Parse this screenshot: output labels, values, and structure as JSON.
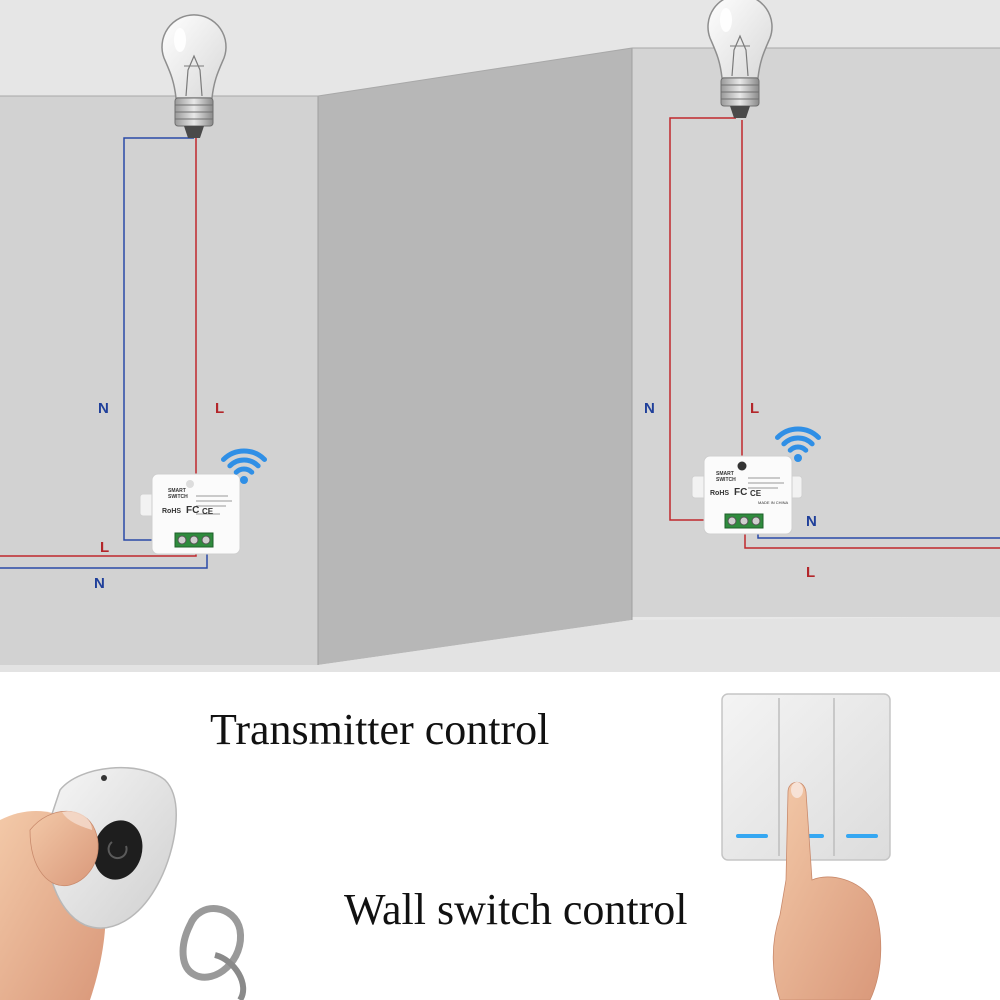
{
  "diagram": {
    "left_scene": {
      "labels": {
        "n_vertical": "N",
        "l_vertical": "L",
        "l_bottom": "L",
        "n_bottom": "N"
      },
      "module": {
        "brand_line1": "SMART",
        "brand_line2": "SWITCH",
        "rohs": "RoHS",
        "fc": "FC",
        "ce": "CE"
      }
    },
    "right_scene": {
      "labels": {
        "n_vertical": "N",
        "l_vertical": "L",
        "n_bottom": "N",
        "l_bottom": "L"
      },
      "module": {
        "brand_line1": "SMART",
        "brand_line2": "SWITCH",
        "rohs": "RoHS",
        "fc": "FC",
        "ce": "CE",
        "made_in": "MADE IN CHINA"
      }
    }
  },
  "captions": {
    "transmitter": "Transmitter control",
    "wall_switch": "Wall switch control"
  },
  "colors": {
    "live_wire": "#c0282d",
    "neutral_wire": "#2a4aa8",
    "wall_light": "#d3d3d3",
    "wall_dark": "#b8b8b8",
    "ceiling": "#e9e9e9",
    "wifi": "#2f8fe6",
    "switch_led": "#35a7f2"
  },
  "icons": [
    "light-bulb-icon",
    "wifi-signal-icon",
    "remote-control",
    "wall-switch",
    "pointing-hand"
  ]
}
